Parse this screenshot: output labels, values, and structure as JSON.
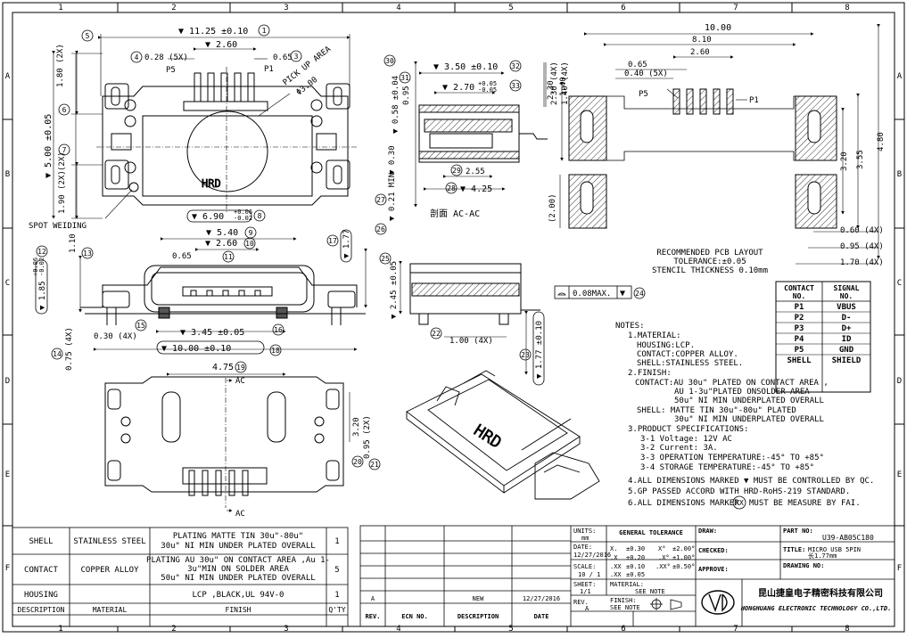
{
  "title": "U39-AB05C180 MICRO USB 5PIN",
  "frame": {
    "cols": [
      "1",
      "2",
      "3",
      "4",
      "5",
      "6",
      "7",
      "8"
    ],
    "rows": [
      "A",
      "B",
      "C",
      "D",
      "E",
      "F"
    ]
  },
  "top_view": {
    "dim_overall": "11.25 ±0.10",
    "bal_overall": "1",
    "dim_pitch_span": "2.60",
    "dim_pin_width": "0.28 (5X)",
    "bal_pin_width": "4",
    "dim_pin_gap": "0.65",
    "bal_pin_gap": "3",
    "label_p5": "P5",
    "label_p1": "P1",
    "pickup_area": "PICK UP AREA",
    "pickup_dia": "Φ3.00",
    "dim_tab_top": "1.80 (2X)",
    "bal_tab_top": "5",
    "dim_body_h": "5.00 ±0.05",
    "bal_body_h": "6",
    "dim_mid": "(2X)",
    "bal_mid": "7",
    "dim_tab_bot": "1.90 (2X)",
    "brand": "HRD",
    "spot_welding": "SPOT WEIDING"
  },
  "section_view": {
    "dim_depth": "3.50 ±0.10",
    "bal_depth": "32",
    "dim_inner": "2.70",
    "tol_inner_top": "+0.05",
    "tol_inner_bot": "-0.05",
    "bal_inner": "33",
    "dim_h1": "0.58 ±0.04",
    "bal_h1": "30",
    "dim_h2": "0.95",
    "bal_h2": "31",
    "dim_top_stack": "2.30 (4X)",
    "dim_top_stack2": "1.40 (4X)",
    "dim_tail": "2.55",
    "bal_tail": "29",
    "dim_tail2": "4.25",
    "bal_tail2": "28",
    "dim_low": "0.30",
    "bal_low": "27",
    "dim_min": "0.21 MIN",
    "bal_min": "26",
    "caption": "剖面 AC-AC"
  },
  "front_view": {
    "dim_width": "6.90",
    "tol_width_top": "+0.06",
    "tol_width_bot": "-0.02",
    "bal_width": "8",
    "dim_5_40": "5.40",
    "bal_5_40": "9",
    "dim_2_60": "2.60",
    "bal_2_60": "10",
    "dim_0_65": "0.65",
    "bal_0_65": "11",
    "dim_3_45": "3.45 ±0.05",
    "bal_3_45": "16",
    "dim_0_30": "0.30 (4X)",
    "bal_0_30": "15",
    "dim_10_00": "10.00 ±0.10",
    "bal_10_00": "18",
    "dim_1_77": "1.77",
    "bal_1_77": "17",
    "dim_1_10": "1.10",
    "bal_1_10": "13",
    "dim_1_85": "1.85",
    "tol_1_85_top": "+0.06",
    "tol_1_85_bot": "-0.02",
    "bal_1_85": "12",
    "dim_0_75": "0.75 (4X)",
    "bal_0_75": "14"
  },
  "side_view": {
    "dim_2_45": "2.45 ±0.05",
    "bal_2_45": "25",
    "dim_1_00": "1.00 (4X)",
    "bal_1_00": "22",
    "dim_1_77": "1.77 ±0.10",
    "bal_1_77": "23",
    "flatness": "0.08MAX.",
    "bal_flat": "24"
  },
  "bottom_view": {
    "dim_4_75": "4.75",
    "bal_4_75": "19",
    "label_ac": "AC",
    "dim_3_20": "3.20",
    "dim_0_95": "0.95 (2X)",
    "bal_20": "20",
    "bal_21": "21"
  },
  "pcb_layout": {
    "dim_10_00": "10.00",
    "dim_8_10": "8.10",
    "dim_2_60": "2.60",
    "dim_0_65": "0.65",
    "dim_0_40": "0.40 (5X)",
    "dim_2_30": "2.30",
    "dim_1_40": "1.40",
    "dim_3_20": "3.20",
    "dim_3_55": "3.55",
    "dim_4_80": "4.80",
    "dim_2_00": "(2.00)",
    "dim_0_60": "0.60 (4X)",
    "dim_0_95": "0.95 (4X)",
    "dim_1_70": "1.70 (4X)",
    "label_p5": "P5",
    "label_p1": "P1",
    "caption_1": "RECOMMENDED PCB LAYOUT",
    "caption_2": "TOLERANCE:±0.05",
    "caption_3": "STENCIL THICKNESS 0.10mm"
  },
  "contact_table": {
    "headers": [
      "CONTACT NO.",
      "SIGNAL NO."
    ],
    "rows": [
      [
        "P1",
        "VBUS"
      ],
      [
        "P2",
        "D-"
      ],
      [
        "P3",
        "D+"
      ],
      [
        "P4",
        "ID"
      ],
      [
        "P5",
        "GND"
      ],
      [
        "SHELL",
        "SHIELD"
      ]
    ]
  },
  "notes": [
    "NOTES:",
    "1.MATERIAL:",
    "HOUSING:LCP.",
    "CONTACT:COPPER ALLOY.",
    "SHELL:STAINLESS STEEL.",
    "2.FINISH:",
    "CONTACT:AU 30u\" PLATED ON CONTACT AREA ,",
    "AU 1-3u\"PLATED ONSOLDER AREA",
    "50u\" NI MIN UNDERPLATED OVERALL",
    "SHELL:  MATTE TIN 30u\"-80u\" PLATED",
    "30u\" NI MIN UNDERPLATED OVERALL",
    "3.PRODUCT SPECIFICATIONS:",
    "3-1 Voltage: 12V AC",
    "3-2 Current: 3A.",
    "3-3 OPERATION TEMPERATURE:-45° TO +85°",
    "3-4 STORAGE TEMPERATURE:-45° TO +85°",
    "4.ALL DIMENSIONS MARKED ▼ MUST BE CONTROLLED BY QC.",
    "5.GP PASSED ACCORD WITH HRD-RoHS-219 STANDARD.",
    "6.ALL DIMENSIONS MARKER",
    "MUST BE MEASURE BY FAI.",
    "XX"
  ],
  "bom": {
    "rows": [
      [
        "SHELL",
        "STAINLESS STEEL",
        "PLATING MATTE TIN 30u\"-80u\"",
        "30u\" NI MIN UNDER PLATED OVERALL",
        "",
        "1"
      ],
      [
        "CONTACT",
        "COPPER ALLOY",
        "PLATING AU 30u\"  ON CONTACT AREA ,Au 1-",
        "3u\"MIN ON SOLDER AREA",
        "50u\" NI MIN UNDER PLATED OVERALL",
        "5"
      ],
      [
        "HOUSING",
        "",
        "LCP ,BLACK,UL 94V-0",
        "",
        "",
        "1"
      ]
    ],
    "header": [
      "DESCRIPTION",
      "MATERIAL",
      "FINISH",
      "Q'TY"
    ]
  },
  "revision": {
    "row": [
      "A",
      "",
      "NEW",
      "12/27/2016"
    ],
    "header": [
      "REV.",
      "ECN NO.",
      "DESCRIPTION",
      "DATE"
    ]
  },
  "title_block": {
    "units_label": "UNITS:",
    "units_value": "mm",
    "date_label": "DATE:",
    "date_value": "12/27/2016",
    "scale_label": "SCALE:",
    "scale_value": "10 / 1",
    "sheet_label": "SHEET:",
    "sheet_value": "1/1",
    "rev_label": "REV.",
    "rev_value": "A",
    "gt_label": "GENERAL TOLERANCE",
    "gt_rows": [
      [
        "X.",
        "±0.30",
        "X°",
        "±2.00°"
      ],
      [
        ".X",
        "±0.20",
        ".X°",
        "±1.00°"
      ],
      [
        ".XX",
        "±0.10",
        ".XX°",
        "±0.50°"
      ],
      [
        ".XX",
        "±0.05",
        "",
        ""
      ]
    ],
    "material_label": "MATERIAL:",
    "material_value": "SEE NOTE",
    "finish_label": "FINISH:",
    "finish_value": "SEE NOTE",
    "draw_label": "DRAW:",
    "checked_label": "CHECKED:",
    "approve_label": "APPROVE:",
    "partno_label": "PART NO:",
    "partno_value": "U39-AB05C180",
    "title_label": "TITLE:",
    "title_value_1": "MICRO USB 5PIN",
    "title_value_2": "长1.77mm",
    "drawing_label": "DRAWING NO:",
    "company_cn": "昆山捷皇电子精密科技有限公司",
    "company_en": "HONGHUANG ELECTRONIC TECHNOLOGY CO.,LTD."
  }
}
